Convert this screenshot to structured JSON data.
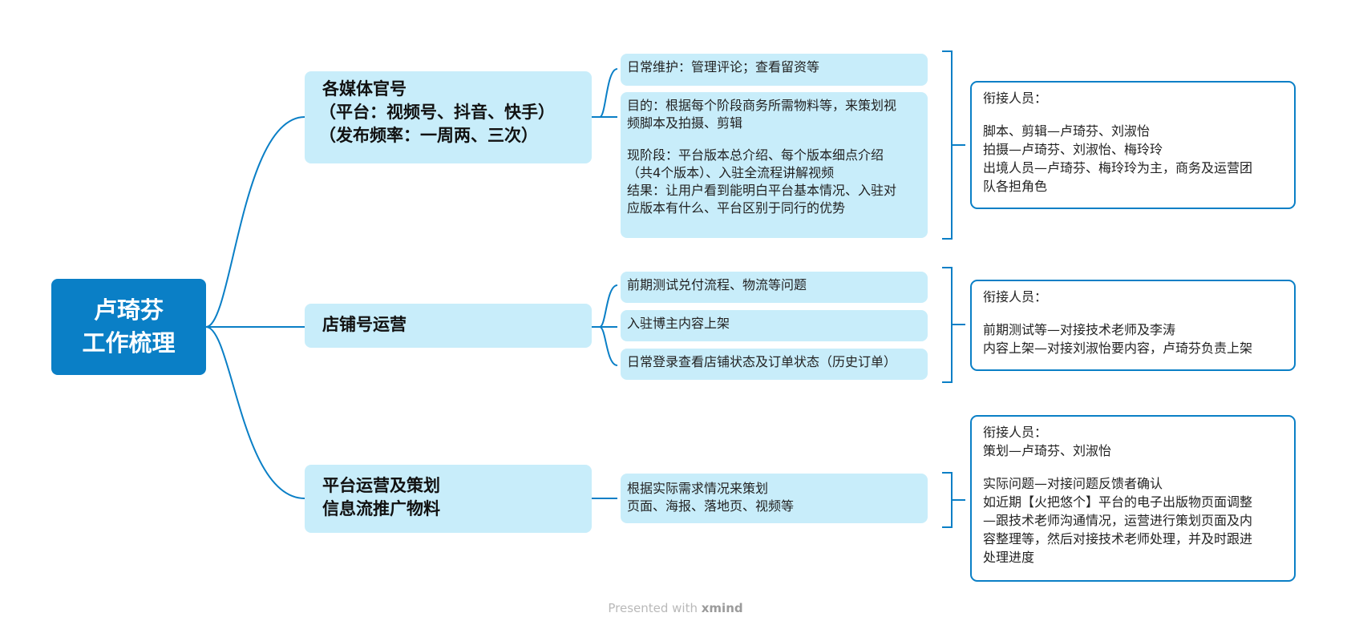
{
  "root": {
    "lines": [
      "卢琦芬",
      "工作梳理"
    ]
  },
  "branches": [
    {
      "lines": [
        "各媒体官号",
        "（平台：视频号、抖音、快手）",
        "（发布频率：一周两、三次）"
      ],
      "leaves": [
        [
          "日常维护：管理评论；查看留资等"
        ],
        [
          "目的：根据每个阶段商务所需物料等，来策划视",
          "频脚本及拍摄、剪辑",
          "",
          "现阶段：平台版本总介绍、每个版本细点介绍",
          "（共4个版本）、入驻全流程讲解视频",
          "结果：让用户看到能明白平台基本情况、入驻对",
          "应版本有什么、平台区别于同行的优势"
        ]
      ],
      "note": [
        "衔接人员：",
        "",
        "脚本、剪辑—卢琦芬、刘淑怡",
        "拍摄—卢琦芬、刘淑怡、梅玲玲",
        "出境人员—卢琦芬、梅玲玲为主，商务及运营团",
        "队各担角色"
      ]
    },
    {
      "lines": [
        "店铺号运营"
      ],
      "leaves": [
        [
          "前期测试兑付流程、物流等问题"
        ],
        [
          "入驻博主内容上架"
        ],
        [
          "日常登录查看店铺状态及订单状态（历史订单）"
        ]
      ],
      "note": [
        "衔接人员：",
        "",
        "前期测试等—对接技术老师及李涛",
        "内容上架—对接刘淑怡要内容，卢琦芬负责上架"
      ]
    },
    {
      "lines": [
        "平台运营及策划",
        "信息流推广物料"
      ],
      "leaves": [
        [
          "根据实际需求情况来策划",
          "页面、海报、落地页、视频等"
        ]
      ],
      "note": [
        "衔接人员：",
        "策划—卢琦芬、刘淑怡",
        "",
        "实际问题—对接问题反馈者确认",
        "如近期【火把悠个】平台的电子出版物页面调整",
        "—跟技术老师沟通情况，运营进行策划页面及内",
        "容整理等，然后对接技术老师处理，并及时跟进",
        "处理进度"
      ]
    }
  ],
  "footer": {
    "prefix": "Presented with ",
    "brand": "xmind"
  },
  "colors": {
    "accent": "#0a7fc6",
    "node_fill": "#c8edfa",
    "root_fill": "#0a7fc6"
  }
}
